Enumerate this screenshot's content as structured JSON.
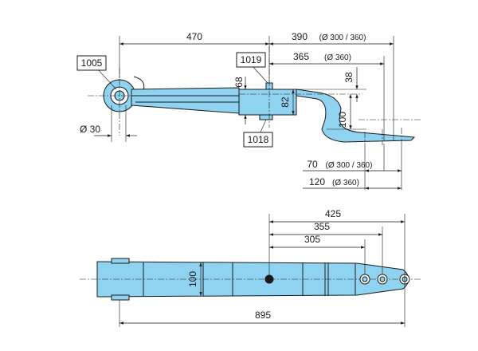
{
  "parts": {
    "p1005": "1005",
    "p1019": "1019",
    "p1018": "1018"
  },
  "side_view": {
    "d470": "470",
    "d390": "390",
    "d390_note": "(Ø 300 / 360)",
    "d365": "365",
    "d365_note": "(Ø 360)",
    "d68": "68",
    "d82": "82",
    "d38": "38",
    "d100": "100",
    "d30": "Ø 30",
    "d70": "70",
    "d70_note": "(Ø 300 / 360)",
    "d120": "120",
    "d120_note": "(Ø 360)"
  },
  "top_view": {
    "d425": "425",
    "d355": "355",
    "d305": "305",
    "d100": "100",
    "d895": "895"
  },
  "colors": {
    "part_fill": "#8fd3f0",
    "line": "#1a1a1a"
  }
}
